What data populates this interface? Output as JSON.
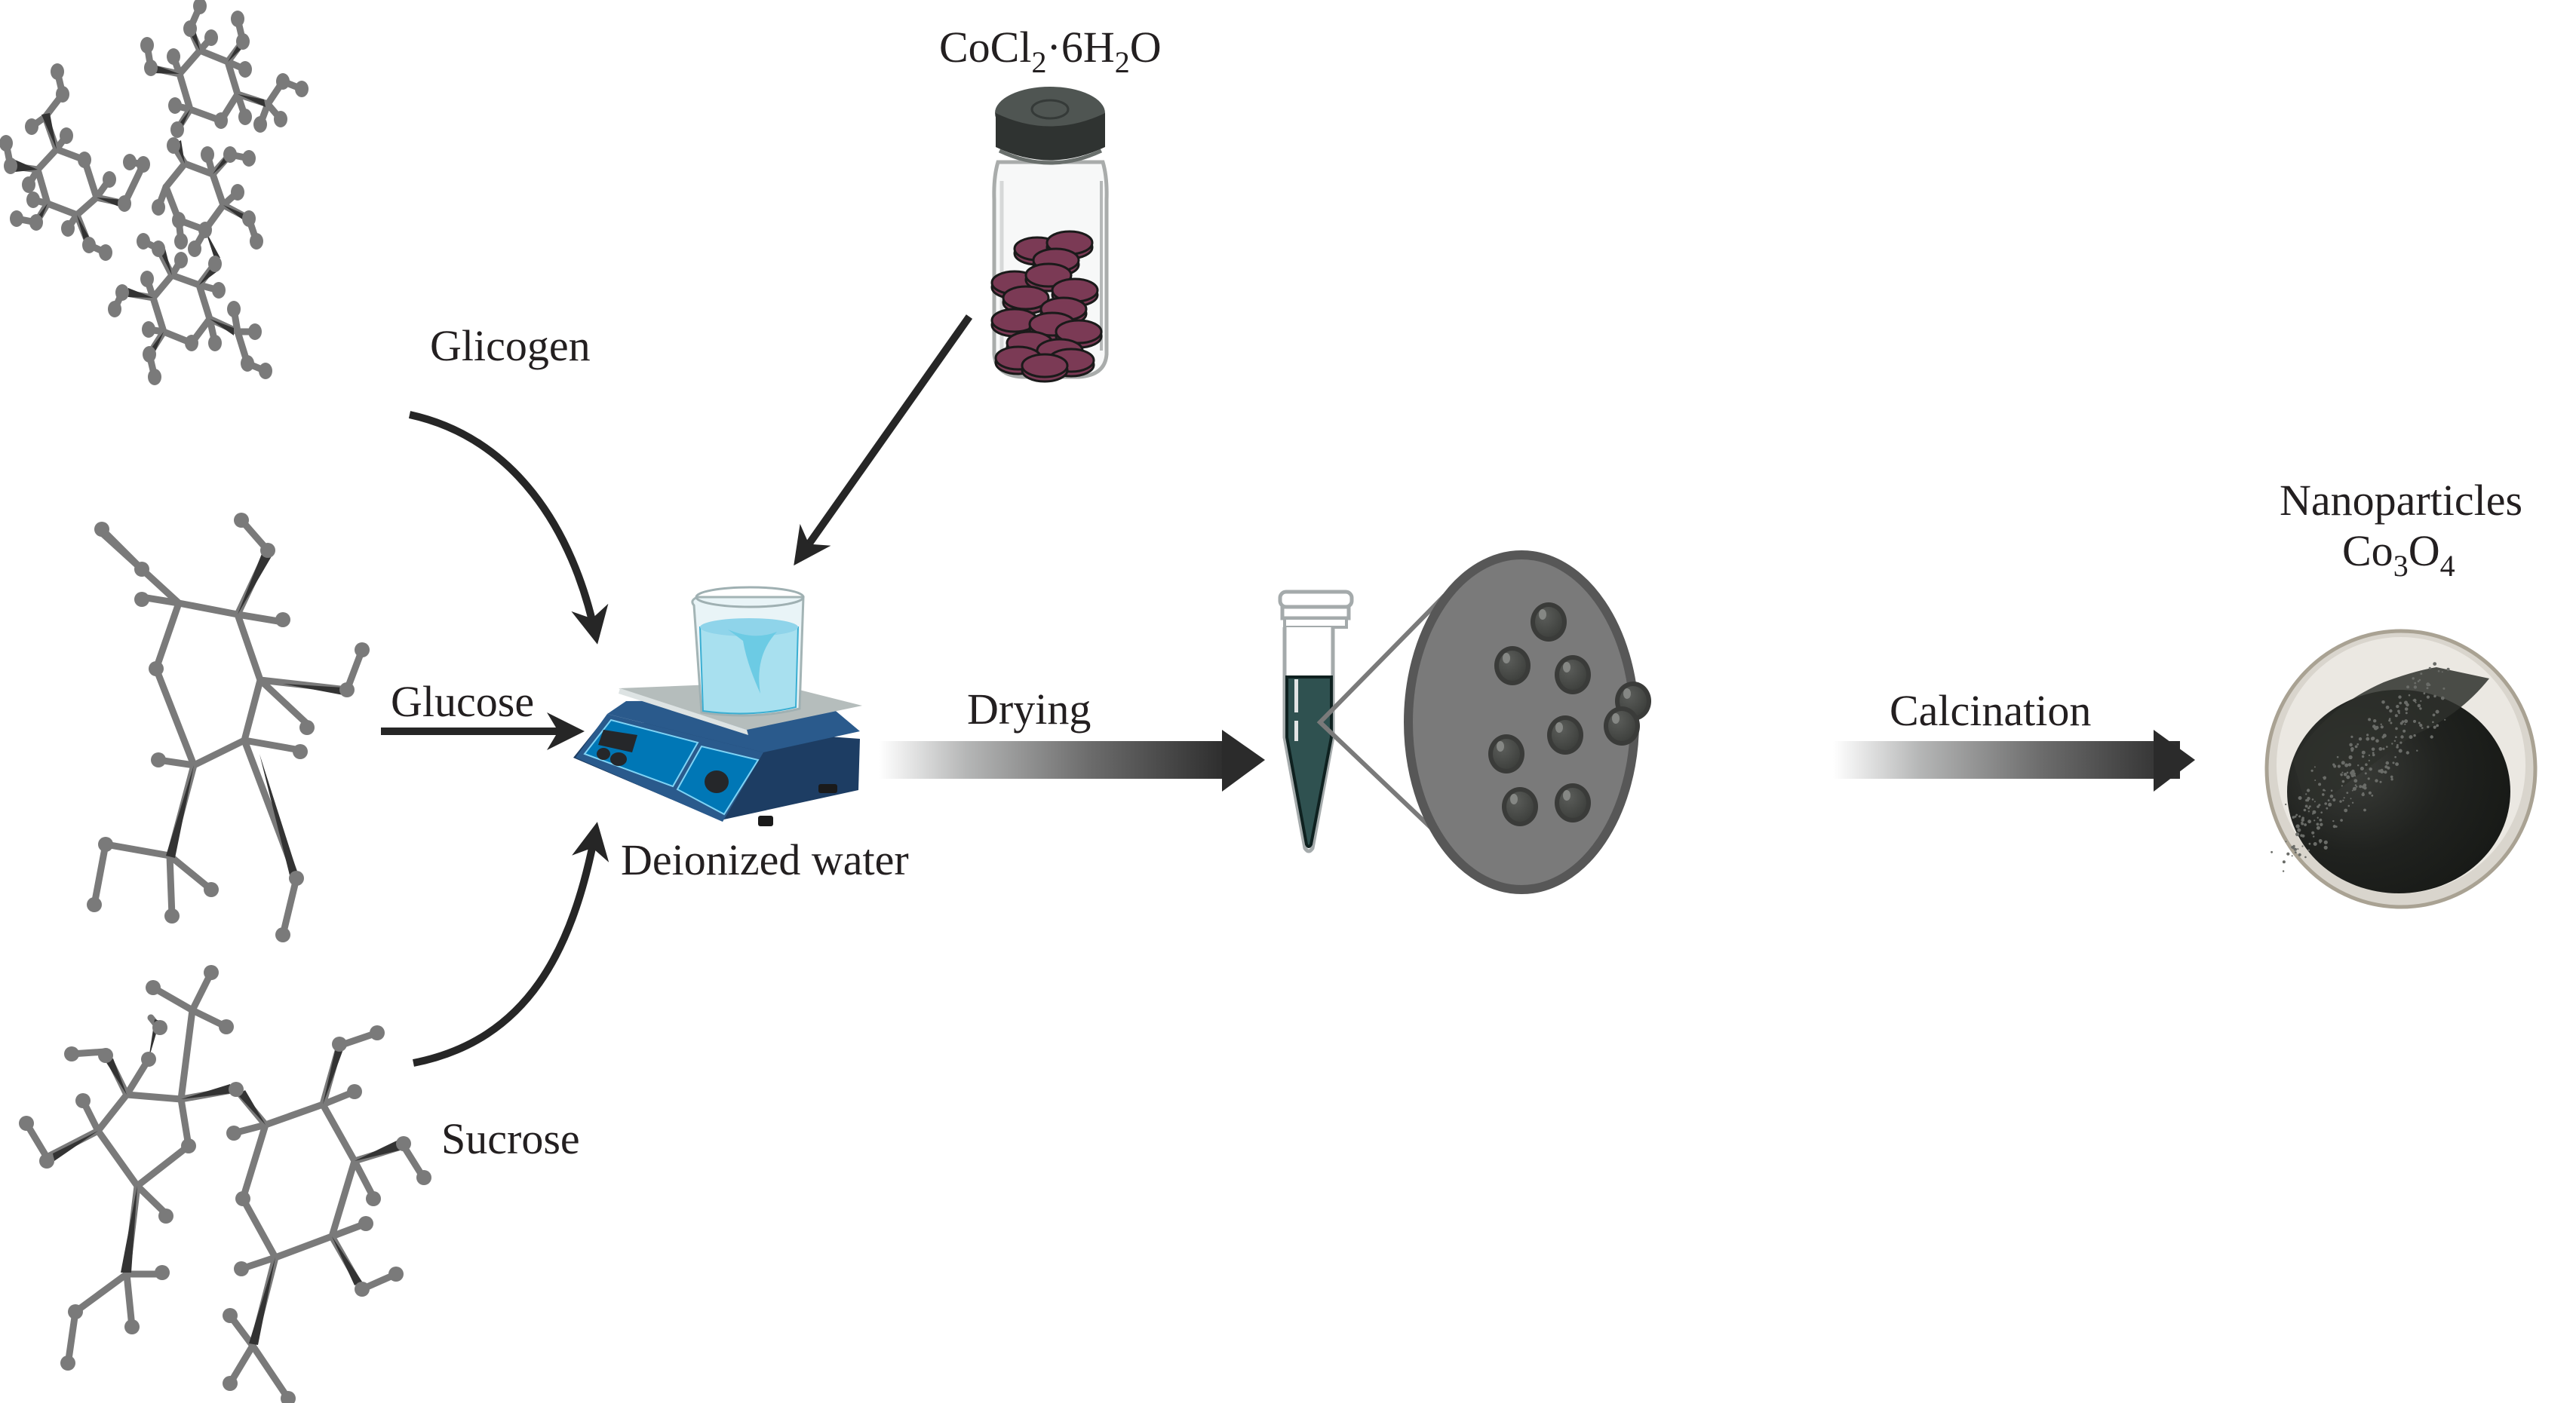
{
  "diagram": {
    "type": "synthesis-workflow",
    "reagents": {
      "carbon_sources": [
        {
          "id": "glicogen",
          "label": "Glicogen"
        },
        {
          "id": "glucose",
          "label": "Glucose"
        },
        {
          "id": "sucrose",
          "label": "Sucrose"
        }
      ],
      "metal_salt": {
        "label_parts": [
          {
            "text": "CoCl",
            "sub": false
          },
          {
            "text": "2",
            "sub": true
          },
          {
            "text": "·6H",
            "sub": false
          },
          {
            "text": "2",
            "sub": true
          },
          {
            "text": "O",
            "sub": false
          }
        ],
        "label": "CoCl2·6H2O"
      }
    },
    "mixing_step": {
      "label": "Deionized water",
      "equipment": "magnetic-stirrer-hotplate-with-beaker"
    },
    "steps": [
      {
        "id": "drying",
        "label": "Drying"
      },
      {
        "id": "calcination",
        "label": "Calcination"
      }
    ],
    "intermediate": {
      "description": "centrifuge tube with dark green suspension and magnified particles",
      "particle_count": 9
    },
    "product": {
      "line1": "Nanoparticles",
      "formula_parts": [
        {
          "text": "Co",
          "sub": false
        },
        {
          "text": "3",
          "sub": true
        },
        {
          "text": "O",
          "sub": false
        },
        {
          "text": "4",
          "sub": true
        }
      ],
      "formula": "Co3O4"
    },
    "colors": {
      "text": "#231f20",
      "arrow": "#262626",
      "molecule": "#7a7a7a",
      "wedge": "#333333",
      "hotplate_body": "#2a5a8c",
      "hotplate_panel": "#0077b6",
      "beaker_water": "#a8e0ef",
      "tablet": "#7b3a55",
      "vial_cap": "#4f5552",
      "tube_liquid": "#2f5150",
      "magnifier_bg": "#7a7a7a",
      "particle": "#4a4c49",
      "powder": "#1b1d1a",
      "dish_rim": "#d8d4cc"
    }
  }
}
